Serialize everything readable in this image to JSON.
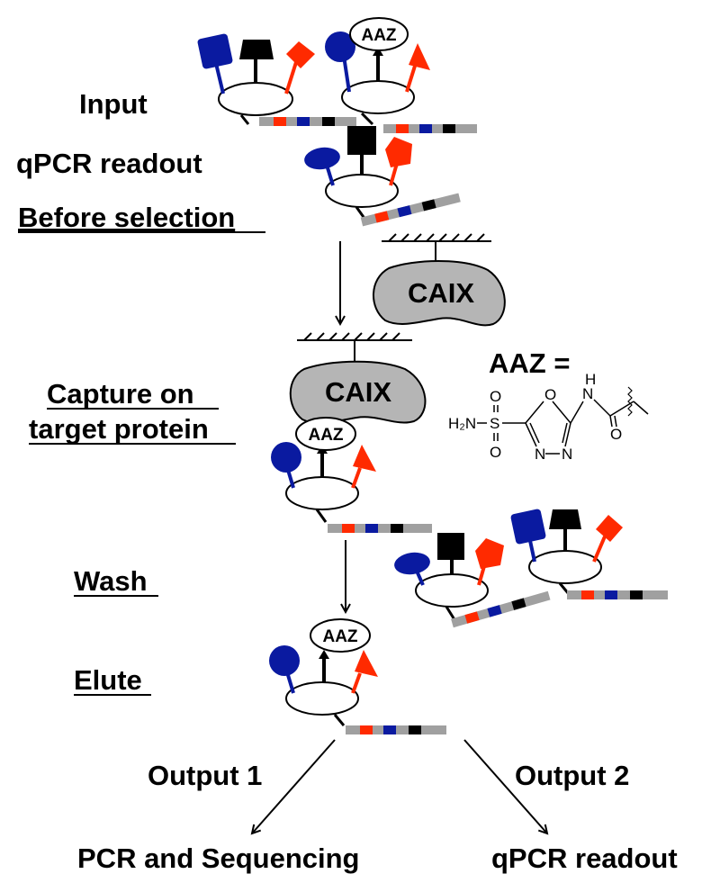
{
  "labels": {
    "input": "Input",
    "qpcr_readout_top": "qPCR readout",
    "before_selection": "Before selection",
    "capture_line1": "Capture on",
    "capture_line2": "target protein",
    "wash": "Wash",
    "elute": "Elute",
    "output1": "Output 1",
    "output2": "Output 2",
    "pcr_sequencing": "PCR and Sequencing",
    "qpcr_readout_bottom": "qPCR readout"
  },
  "protein": {
    "name": "CAIX"
  },
  "ligand": {
    "abbr": "AAZ",
    "definition_label": "AAZ =",
    "structure_atoms": {
      "h2n": "H₂N",
      "s": "S",
      "o_top": "O",
      "o_bottom": "O",
      "ring_o": "O",
      "n1": "N",
      "n2": "N",
      "nh_n": "N",
      "nh_h": "H",
      "carbonyl_o": "O",
      "dash": "–"
    }
  },
  "colors": {
    "blue": "#0a1aa0",
    "red": "#ff2a00",
    "black": "#000000",
    "gray": "#a0a0a0",
    "protein_fill": "#b5b5b5"
  }
}
